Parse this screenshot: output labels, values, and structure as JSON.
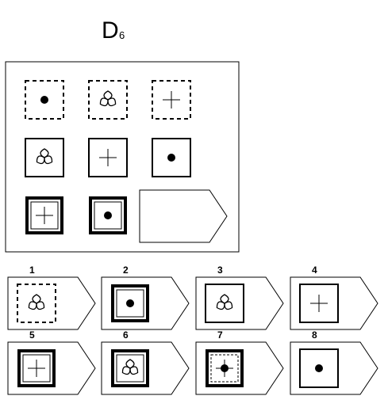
{
  "title": {
    "main": "D",
    "subscript": "6"
  },
  "problem": {
    "rows": [
      [
        {
          "border": "dashed",
          "symbol": "dot"
        },
        {
          "border": "dashed",
          "symbol": "trefoil"
        },
        {
          "border": "dashed",
          "symbol": "cross"
        }
      ],
      [
        {
          "border": "single",
          "symbol": "trefoil"
        },
        {
          "border": "single",
          "symbol": "cross"
        },
        {
          "border": "single",
          "symbol": "dot"
        }
      ],
      [
        {
          "border": "double-thick",
          "symbol": "cross"
        },
        {
          "border": "double-thick",
          "symbol": "dot"
        },
        {
          "border": "missing",
          "symbol": "blank"
        }
      ]
    ]
  },
  "options": [
    {
      "label": "1",
      "border": "dashed",
      "symbol": "trefoil"
    },
    {
      "label": "2",
      "border": "double-thick",
      "symbol": "dot"
    },
    {
      "label": "3",
      "border": "single",
      "symbol": "trefoil"
    },
    {
      "label": "4",
      "border": "single",
      "symbol": "cross"
    },
    {
      "label": "5",
      "border": "double-thick",
      "symbol": "cross"
    },
    {
      "label": "6",
      "border": "double-thick",
      "symbol": "trefoil"
    },
    {
      "label": "7",
      "border": "thick-dashed-inner",
      "symbol": "dot-cross"
    },
    {
      "label": "8",
      "border": "single",
      "symbol": "dot"
    }
  ]
}
